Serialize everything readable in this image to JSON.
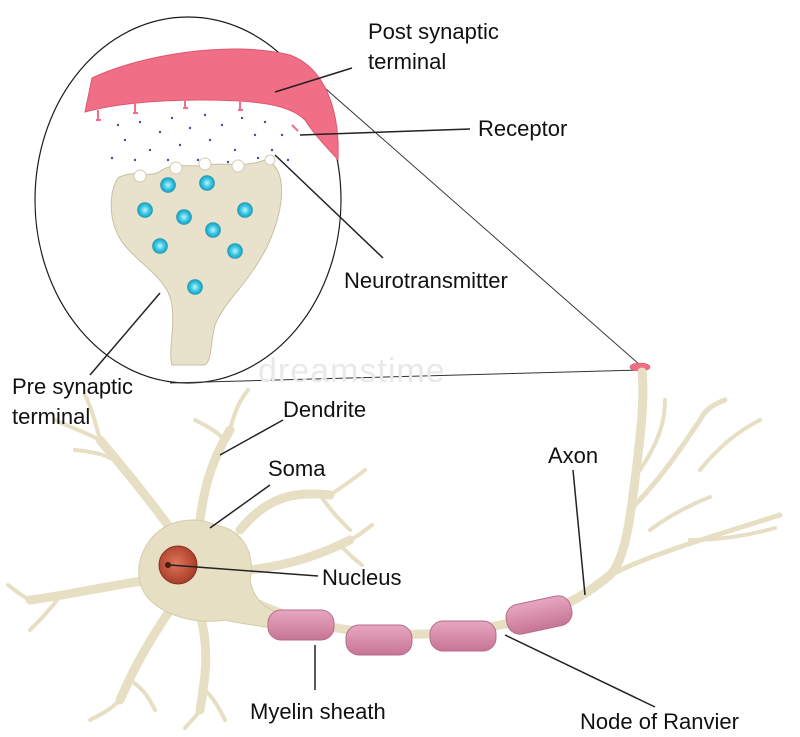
{
  "labels": {
    "post_synaptic_1": "Post synaptic",
    "post_synaptic_2": "terminal",
    "receptor": "Receptor",
    "neurotransmitter": "Neurotransmitter",
    "pre_synaptic_1": "Pre synaptic",
    "pre_synaptic_2": "terminal",
    "dendrite": "Dendrite",
    "soma": "Soma",
    "nucleus": "Nucleus",
    "axon": "Axon",
    "myelin_sheath": "Myelin sheath",
    "node_of_ranvier": "Node of Ranvier"
  },
  "colors": {
    "post_synaptic": "#f06f86",
    "pre_synaptic": "#e8e2cc",
    "neuron_body": "#e6dfc4",
    "vesicle": "#35c4e0",
    "myelin": "#d98aa8",
    "nucleus": "#c8553d",
    "leader_line": "#222222"
  },
  "watermark": "dreamstime"
}
